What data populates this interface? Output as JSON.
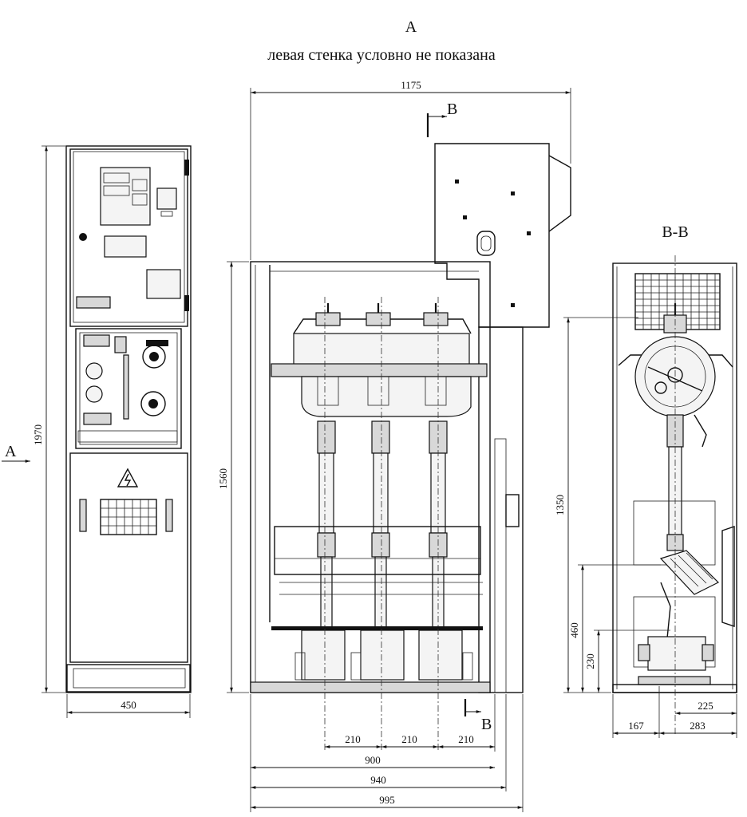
{
  "header": {
    "view_label": "A",
    "note": "левая стенка условно не показана"
  },
  "section": {
    "label": "B-B",
    "mark_top": "B",
    "mark_bottom": "B"
  },
  "side_arrow": "A",
  "front_view": {
    "height_dim": "1970",
    "width_dim": "450"
  },
  "middle_view": {
    "overall_width": "1175",
    "height_dim": "1560",
    "pitch_1": "210",
    "pitch_2": "210",
    "pitch_3": "210",
    "width_900": "900",
    "width_940": "940",
    "width_995": "995"
  },
  "right_view": {
    "height_1350": "1350",
    "height_460": "460",
    "height_230": "230",
    "dim_225": "225",
    "dim_167": "167",
    "dim_283": "283"
  }
}
